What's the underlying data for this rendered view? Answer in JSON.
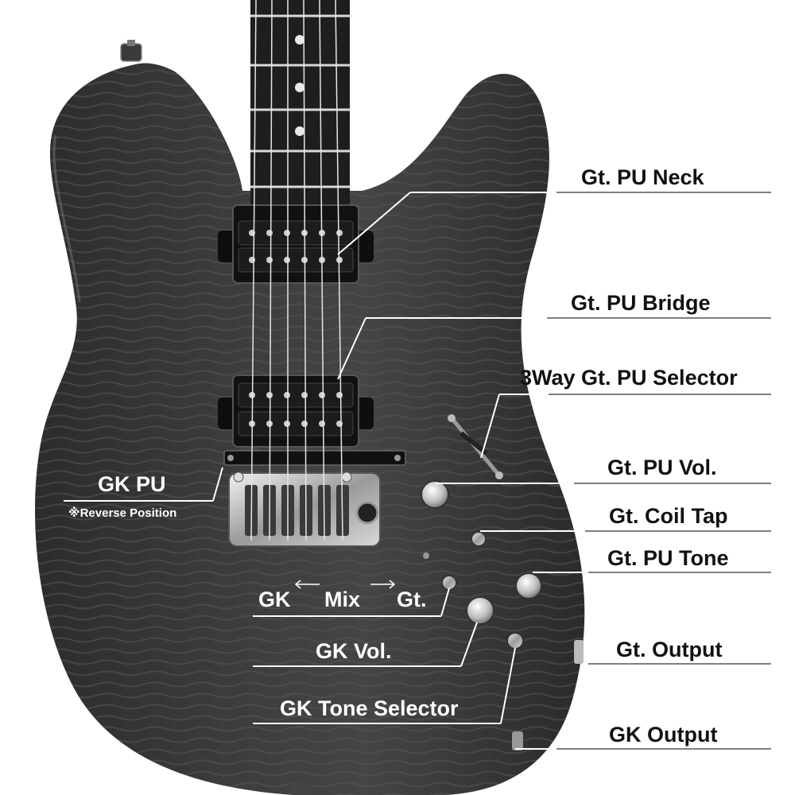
{
  "labels": {
    "gt_pu_neck": "Gt. PU Neck",
    "gt_pu_bridge": "Gt. PU Bridge",
    "pu_selector": "3Way Gt. PU Selector",
    "gt_pu_vol": "Gt. PU Vol.",
    "gt_coil_tap": "Gt. Coil Tap",
    "gt_pu_tone": "Gt. PU Tone",
    "gt_output": "Gt. Output",
    "gk_output": "GK Output",
    "gk_pu": "GK PU",
    "gk_pu_note": "※Reverse Position",
    "switch_gk": "GK",
    "switch_mix": "Mix",
    "switch_gt": "Gt.",
    "gk_vol": "GK Vol.",
    "gk_tone_selector": "GK Tone Selector"
  }
}
